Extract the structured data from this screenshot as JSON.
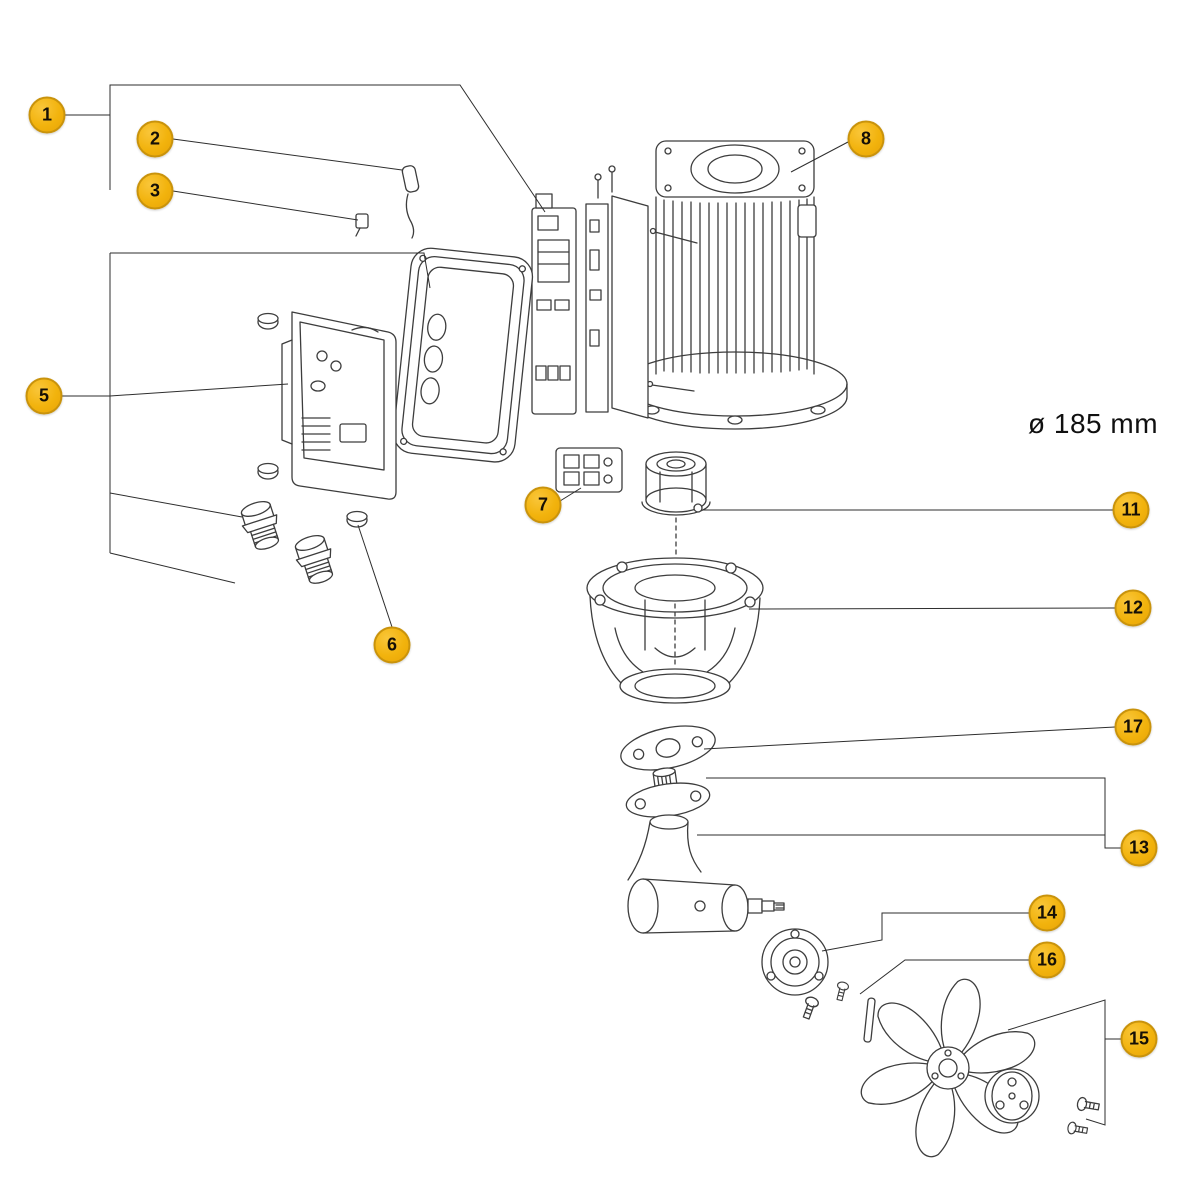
{
  "diagram": {
    "dimension_label": "ø 185 mm",
    "badge_fill": "#F2B30D",
    "badge_border": "#C9930C",
    "line_color": "#3A3A3A",
    "callouts": [
      {
        "number": "1"
      },
      {
        "number": "2"
      },
      {
        "number": "3"
      },
      {
        "number": "5"
      },
      {
        "number": "6"
      },
      {
        "number": "7"
      },
      {
        "number": "8"
      },
      {
        "number": "11"
      },
      {
        "number": "12"
      },
      {
        "number": "13"
      },
      {
        "number": "14"
      },
      {
        "number": "15"
      },
      {
        "number": "16"
      },
      {
        "number": "17"
      }
    ]
  }
}
